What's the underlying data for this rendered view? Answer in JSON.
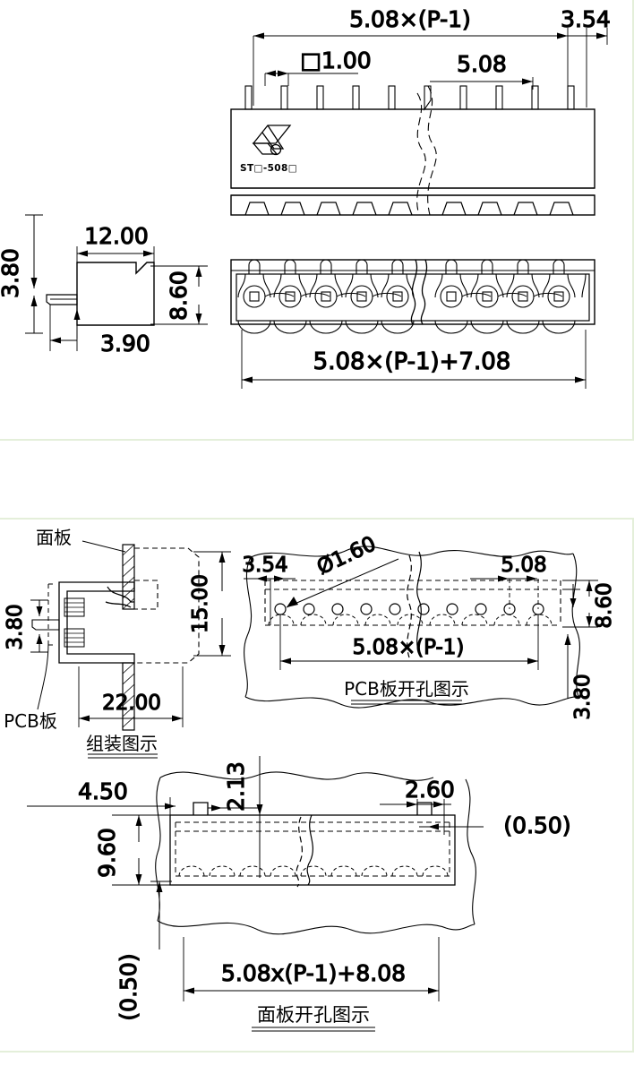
{
  "document": {
    "type": "engineering-drawing",
    "subject": "ST series 5.08mm pitch PCB terminal block connector",
    "part_label": "ST□-508□"
  },
  "panel_top": {
    "name": "connector-views-panel",
    "side_view": {
      "dim_height_pin": "3.80",
      "dim_width_total": "12.00",
      "dim_body_height": "8.60",
      "dim_depth": "3.90"
    },
    "front_view": {
      "dim_overall_pitch": "5.08×(P-1)",
      "dim_end_margin": "3.54",
      "dim_pin_square": "□1.00",
      "dim_pitch": "5.08",
      "part_label": "ST□-508□",
      "pin_count": 10
    },
    "bottom_view": {
      "dim_overall": "5.08×(P-1)+7.08",
      "contact_count": 10
    }
  },
  "panel_bottom": {
    "name": "mounting-diagrams-panel",
    "assembly": {
      "title": "组装图示",
      "label_panel": "面板",
      "label_pcb": "PCB板",
      "dim_pin_height": "3.80",
      "dim_body_height": "15.00",
      "dim_depth": "22.00"
    },
    "pcb_cutout": {
      "title": "PCB板开孔图示",
      "dim_end_margin": "3.54",
      "dim_hole_dia": "Ø1.60",
      "dim_pitch": "5.08",
      "dim_span": "5.08×(P-1)",
      "dim_height": "8.60",
      "dim_offset": "3.80",
      "hole_count": 10
    },
    "face_cutout": {
      "title": "面板开孔图示",
      "dim_left_margin": "4.50",
      "dim_notch_width": "2.13",
      "dim_notch_right": "2.60",
      "dim_tol_right": "(0.50)",
      "dim_height": "9.60",
      "dim_tol_bottom": "(0.50)",
      "dim_span": "5.08x(P-1)+8.08"
    }
  },
  "colors": {
    "line": "#000000",
    "panel_border": "#e4efda",
    "background": "#ffffff"
  }
}
